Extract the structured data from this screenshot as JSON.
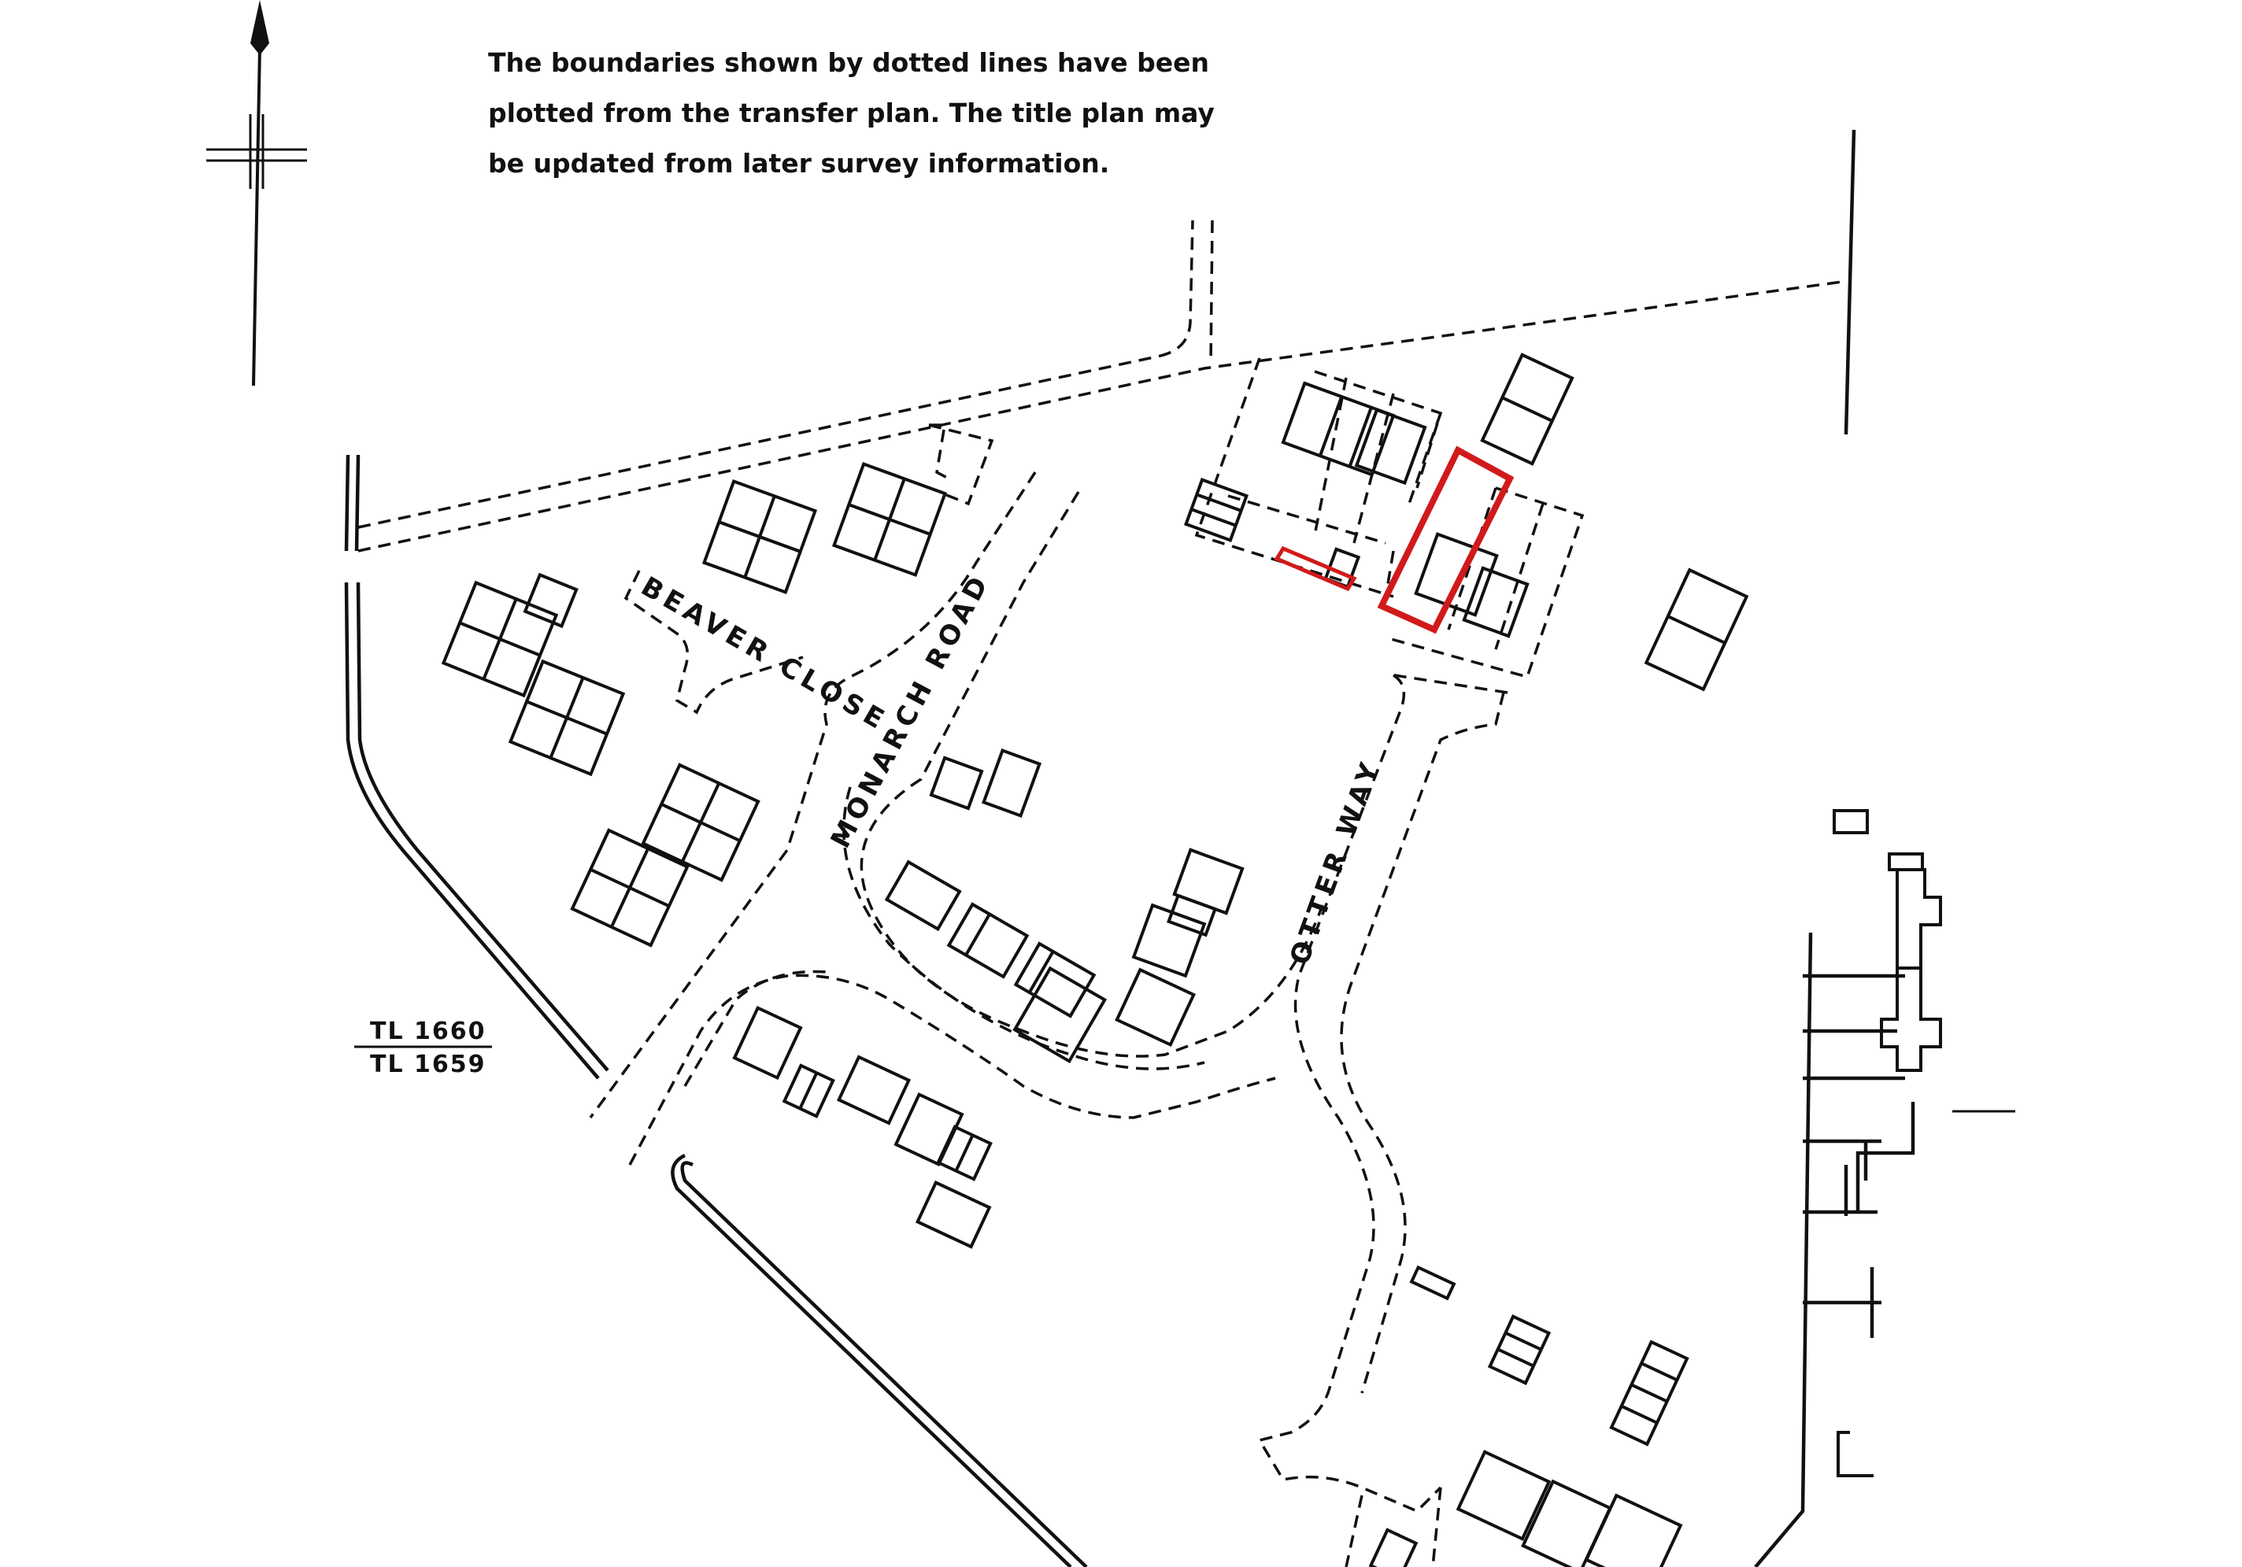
{
  "note": {
    "line1": "The boundaries shown by dotted lines have been",
    "line2": "plotted from the transfer plan. The title plan may",
    "line3": "be updated from later survey information."
  },
  "roads": {
    "beaver_close": "BEAVER CLOSE",
    "monarch_road": "MONARCH ROAD",
    "otter_way": "OTTER WAY"
  },
  "grid": {
    "upper": "TL 1660",
    "lower": "TL 1659"
  },
  "colors": {
    "ink": "#111111",
    "title_boundary": "#d11a1a",
    "paper": "#ffffff"
  },
  "icons": {
    "north_arrow": "north-arrow-icon"
  }
}
